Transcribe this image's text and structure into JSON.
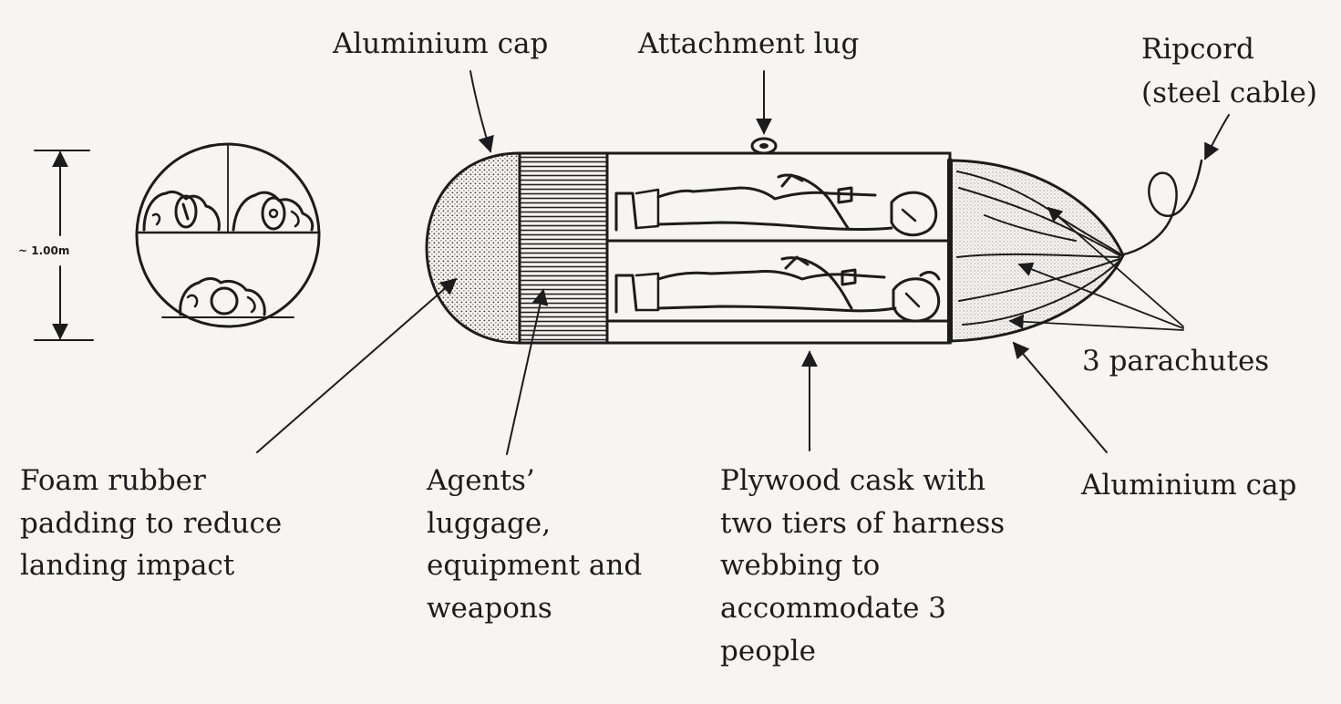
{
  "labels": {
    "aluminium_cap_top": "Aluminium cap",
    "attachment_lug": "Attachment lug",
    "ripcord_line1": "Ripcord",
    "ripcord_line2": "(steel cable)",
    "parachutes": "3 parachutes",
    "aluminium_cap_right": "Aluminium cap",
    "foam_line1": "Foam rubber",
    "foam_line2": "padding to reduce",
    "foam_line3": "landing impact",
    "agents_line1": "Agents’",
    "agents_line2": "luggage,",
    "agents_line3": "equipment and",
    "agents_line4": "weapons",
    "cask_line1": "Plywood cask with",
    "cask_line2": "two tiers of harness",
    "cask_line3": "webbing to",
    "cask_line4": "accommodate 3",
    "cask_line5": "people",
    "diameter": "~ 1.00m"
  },
  "colors": {
    "ink": "#1c1c1c",
    "paper": "#f6f5f1"
  }
}
